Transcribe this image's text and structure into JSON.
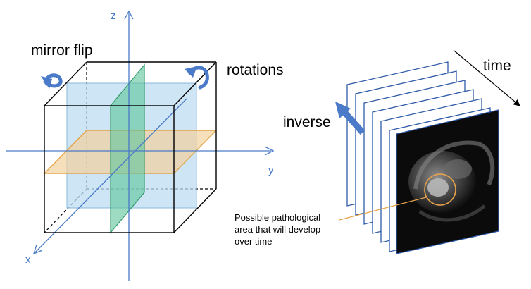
{
  "labels": {
    "mirror_flip": "mirror flip",
    "rotations": "rotations",
    "inverse": "inverse",
    "time": "time",
    "axis_z": "z",
    "axis_y": "y",
    "axis_x": "x",
    "annotation_line1": "Possible pathological",
    "annotation_line2": "area that will develop",
    "annotation_line3": "over time"
  },
  "colors": {
    "axis": "#4a7ac8",
    "plane_blue": "#bcdcf0",
    "plane_green": "#5cc59a",
    "plane_orange": "#f2d29e",
    "highlight_circle": "#e8a24a",
    "arrow_blue": "#4a7ac8",
    "frame_border": "#2e5aa8"
  }
}
